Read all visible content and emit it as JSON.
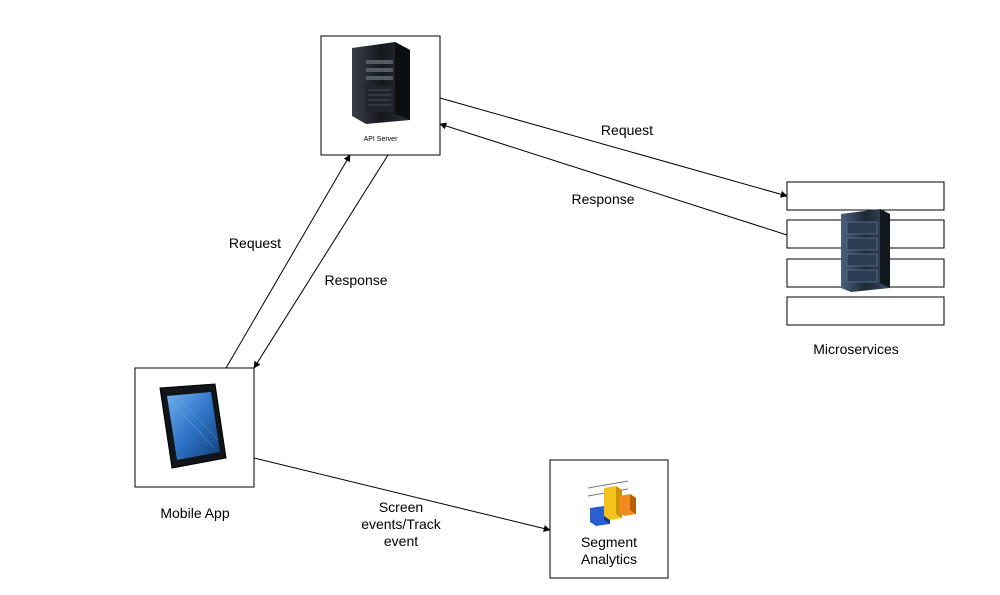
{
  "nodes": {
    "api_server": {
      "label": "API Server",
      "icon": "server-tower-icon"
    },
    "microservices": {
      "label": "Microservices",
      "icon": "server-rack-icon"
    },
    "mobile_app": {
      "label": "Mobile App",
      "icon": "tablet-icon"
    },
    "segment": {
      "label_line1": "Segment",
      "label_line2": "Analytics",
      "icon": "bar-chart-icon"
    }
  },
  "edges": {
    "api_to_micro": "Request",
    "micro_to_api": "Response",
    "mobile_to_api": "Request",
    "api_to_mobile": "Response",
    "mobile_to_segment_line1": "Screen",
    "mobile_to_segment_line2": "events/Track",
    "mobile_to_segment_line3": "event"
  },
  "colors": {
    "line": "#000000",
    "server": "#1a1d22",
    "rack": "#2a3c52",
    "screen": "#2f74c6",
    "bar_blue": "#2a5fd0",
    "bar_yellow": "#f4c21a",
    "bar_orange": "#f08a1c"
  }
}
